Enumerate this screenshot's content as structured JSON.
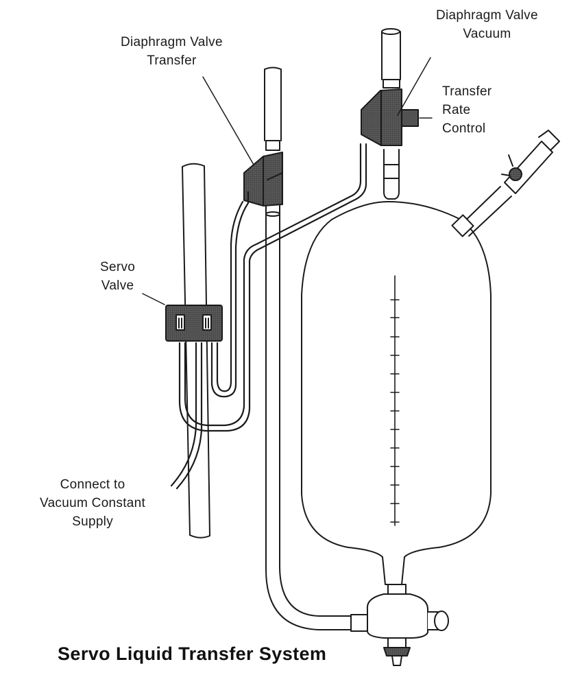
{
  "labels": {
    "diaphragm_valve_transfer": "Diaphragm Valve\nTransfer",
    "diaphragm_valve_vacuum": "Diaphragm Valve\nVacuum",
    "transfer_rate_control": "Transfer\nRate\nControl",
    "servo_valve": "Servo\nValve",
    "connect_vacuum": "Connect to\nVacuum Constant\nSupply"
  },
  "caption": "Servo Liquid Transfer System",
  "colors": {
    "line": "#1a1a1a",
    "valve_fill": "#3d3d3d",
    "background": "#ffffff"
  },
  "graduation_marks": 13
}
